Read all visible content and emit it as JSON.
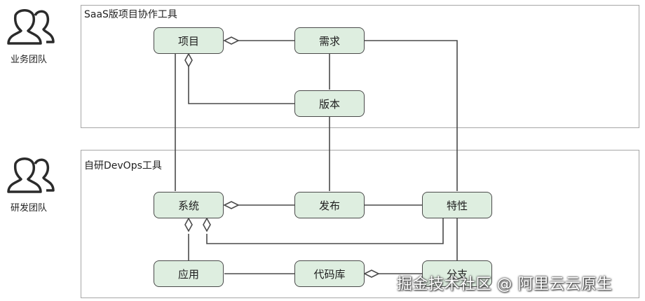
{
  "actors": [
    {
      "label": "业务团队"
    },
    {
      "label": "研发团队"
    }
  ],
  "frames": [
    {
      "title": "SaaS版项目协作工具"
    },
    {
      "title": "自研DevOps工具"
    }
  ],
  "nodes": {
    "project": "项目",
    "requirement": "需求",
    "version": "版本",
    "system": "系统",
    "release": "发布",
    "feature": "特性",
    "app": "应用",
    "repo": "代码库",
    "branch": "分支"
  },
  "watermark": "掘金技术社区 @ 阿里云云原生",
  "colors": {
    "node_fill": "#deeee0",
    "node_border": "#4a4a4a",
    "frame_border": "#a6a6a6",
    "line": "#4a4a4a"
  },
  "icons": [
    "user-group-icon"
  ]
}
